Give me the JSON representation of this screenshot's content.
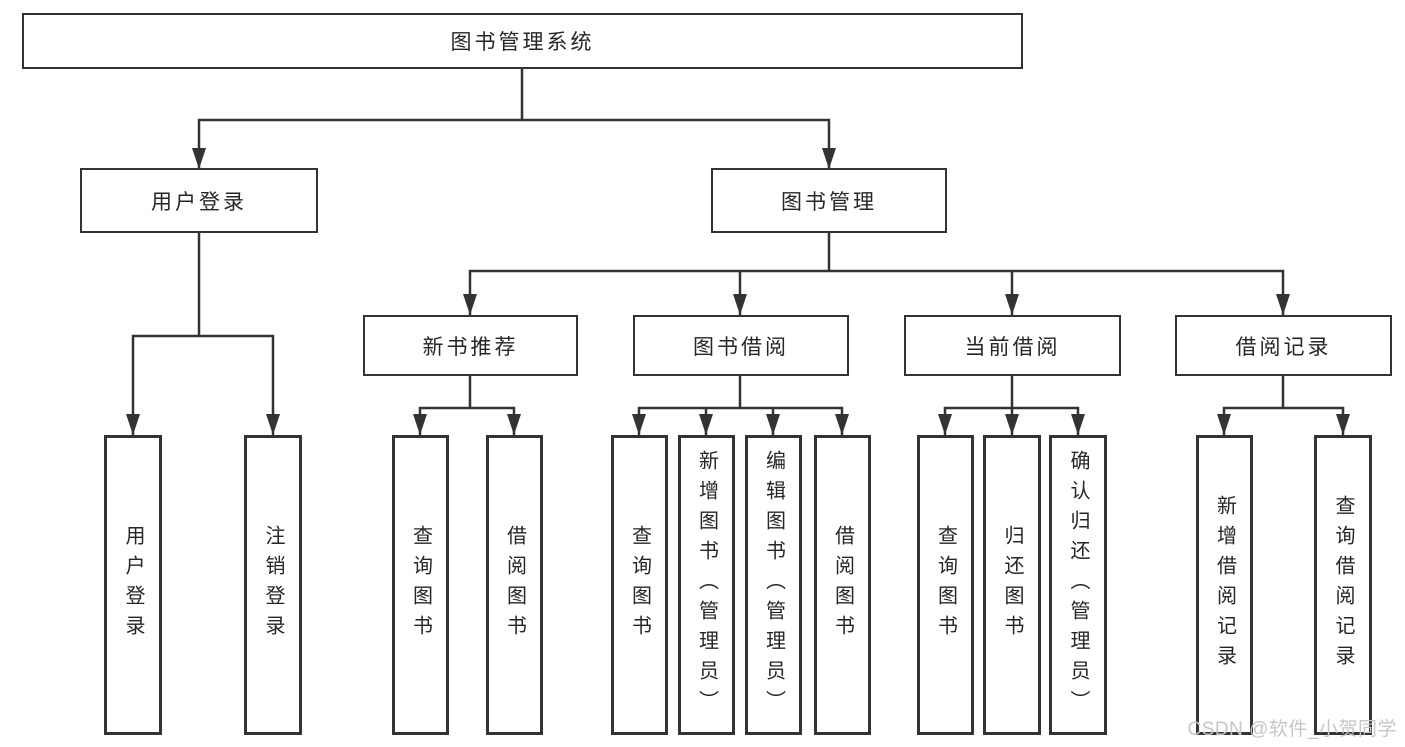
{
  "structure": {
    "label": "图书管理系统",
    "children": [
      {
        "label": "用户登录",
        "children": [
          {
            "label": "用户登录"
          },
          {
            "label": "注销登录"
          }
        ]
      },
      {
        "label": "图书管理",
        "children": [
          {
            "label": "新书推荐",
            "children": [
              {
                "label": "查询图书"
              },
              {
                "label": "借阅图书"
              }
            ]
          },
          {
            "label": "图书借阅",
            "children": [
              {
                "label": "查询图书"
              },
              {
                "label": "新增图书（管理员）"
              },
              {
                "label": "编辑图书（管理员）"
              },
              {
                "label": "借阅图书"
              }
            ]
          },
          {
            "label": "当前借阅",
            "children": [
              {
                "label": "查询图书"
              },
              {
                "label": "归还图书"
              },
              {
                "label": "确认归还（管理员）"
              }
            ]
          },
          {
            "label": "借阅记录",
            "children": [
              {
                "label": "新增借阅记录"
              },
              {
                "label": "查询借阅记录"
              }
            ]
          }
        ]
      }
    ]
  },
  "watermark": {
    "text": "CSDN @软件_小贺同学"
  },
  "colors": {
    "line": "#333333",
    "border": "#333333",
    "text": "#262626",
    "background": "#ffffff",
    "watermark": "#c6c6c6"
  }
}
